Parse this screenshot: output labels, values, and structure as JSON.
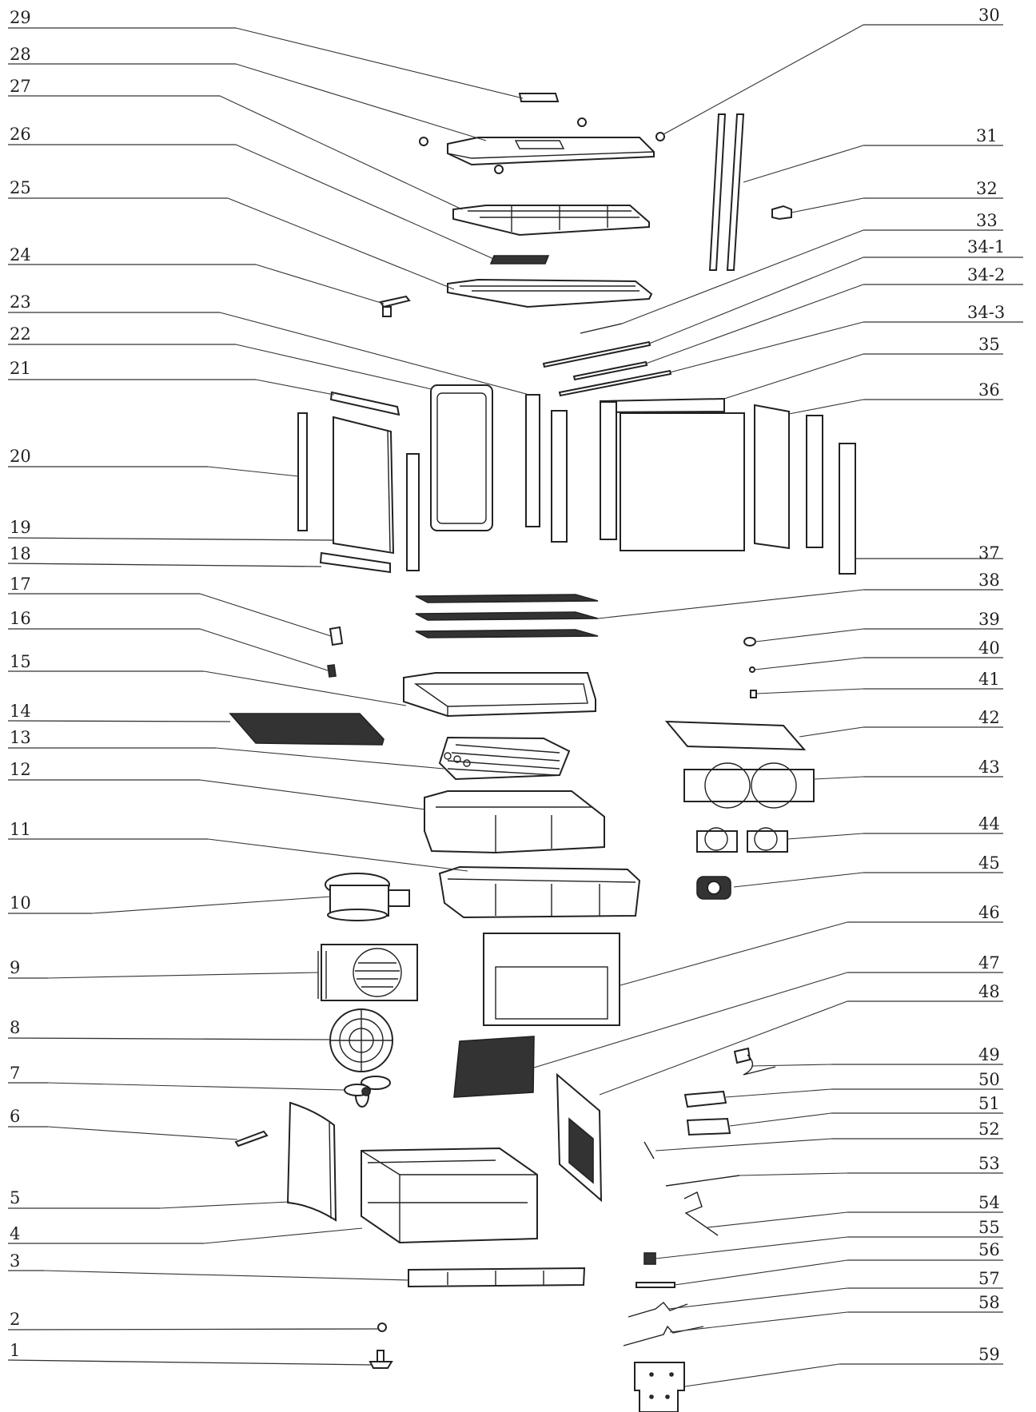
{
  "diagram": {
    "type": "exploded-parts-diagram",
    "line_color": "#222222",
    "left_callouts": [
      "29",
      "28",
      "27",
      "26",
      "25",
      "24",
      "23",
      "22",
      "21",
      "20",
      "19",
      "18",
      "17",
      "16",
      "15",
      "14",
      "13",
      "12",
      "11",
      "10",
      "9",
      "8",
      "7",
      "6",
      "5",
      "4",
      "3",
      "2",
      "1"
    ],
    "right_callouts": [
      "30",
      "31",
      "32",
      "33",
      "34-1",
      "34-2",
      "34-3",
      "35",
      "36",
      "37",
      "38",
      "39",
      "40",
      "41",
      "42",
      "43",
      "44",
      "45",
      "46",
      "47",
      "48",
      "49",
      "50",
      "51",
      "52",
      "53",
      "54",
      "55",
      "56",
      "57",
      "58",
      "59"
    ]
  }
}
